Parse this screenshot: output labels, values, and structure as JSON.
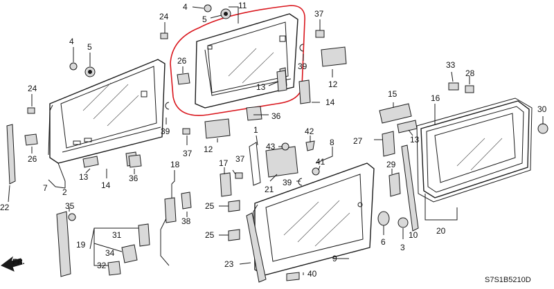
{
  "diagram": {
    "code": "S7S1B5210D",
    "direction_label": "FR.",
    "highlight_color": "#d9141b",
    "callouts": [
      "1",
      "2",
      "3",
      "4",
      "4",
      "5",
      "5",
      "6",
      "7",
      "8",
      "9",
      "10",
      "11",
      "12",
      "12",
      "13",
      "13",
      "13",
      "14",
      "14",
      "15",
      "16",
      "17",
      "18",
      "19",
      "20",
      "21",
      "22",
      "23",
      "24",
      "24",
      "25",
      "25",
      "26",
      "26",
      "27",
      "28",
      "29",
      "30",
      "31",
      "32",
      "33",
      "34",
      "35",
      "36",
      "36",
      "37",
      "37",
      "37",
      "38",
      "39",
      "39",
      "39",
      "40",
      "41",
      "42",
      "43"
    ]
  }
}
